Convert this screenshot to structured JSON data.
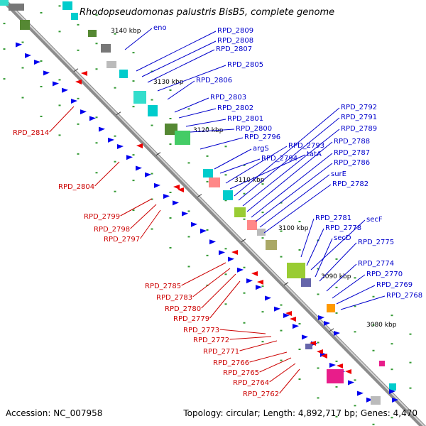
{
  "title": "Rhodopseudomonas palustris BisB5, complete genome",
  "footer": {
    "accession": "Accession: NC_007958",
    "stats": "Topology: circular; Length: 4,892,717 bp; Genes: 4,470"
  },
  "colors": {
    "backbone": "#8c8c8c",
    "tick": "#339933",
    "forward_label": "#0000cc",
    "reverse_label": "#cc0000",
    "forward_gene": "#0000ee",
    "reverse_gene": "#ee0000"
  },
  "scale": {
    "ticks": [
      "3140 kbp",
      "3130 kbp",
      "3120 kbp",
      "3110 kbp",
      "3100 kbp",
      "3090 kbp",
      "3080 kbp"
    ]
  },
  "forward_labels": [
    "eno",
    "RPD_2809",
    "RPD_2808",
    "RPD_2807",
    "RPD_2805",
    "RPD_2806",
    "RPD_2803",
    "RPD_2802",
    "RPD_2801",
    "RPD_2800",
    "RPD_2796",
    "argS",
    "RPD_2794",
    "RPD_2793",
    "tatA",
    "RPD_2792",
    "RPD_2791",
    "RPD_2789",
    "RPD_2788",
    "RPD_2787",
    "RPD_2786",
    "surE",
    "RPD_2782",
    "RPD_2781",
    "RPD_2778",
    "secF",
    "secD",
    "RPD_2775",
    "RPD_2774",
    "RPD_2770",
    "RPD_2769",
    "RPD_2768"
  ],
  "reverse_labels": [
    "RPD_2814",
    "RPD_2804",
    "RPD_2799",
    "RPD_2798",
    "RPD_2797",
    "RPD_2785",
    "RPD_2783",
    "RPD_2780",
    "RPD_2779",
    "RPD_2773",
    "RPD_2772",
    "RPD_2771",
    "RPD_2766",
    "RPD_2765",
    "RPD_2764",
    "RPD_2762"
  ]
}
